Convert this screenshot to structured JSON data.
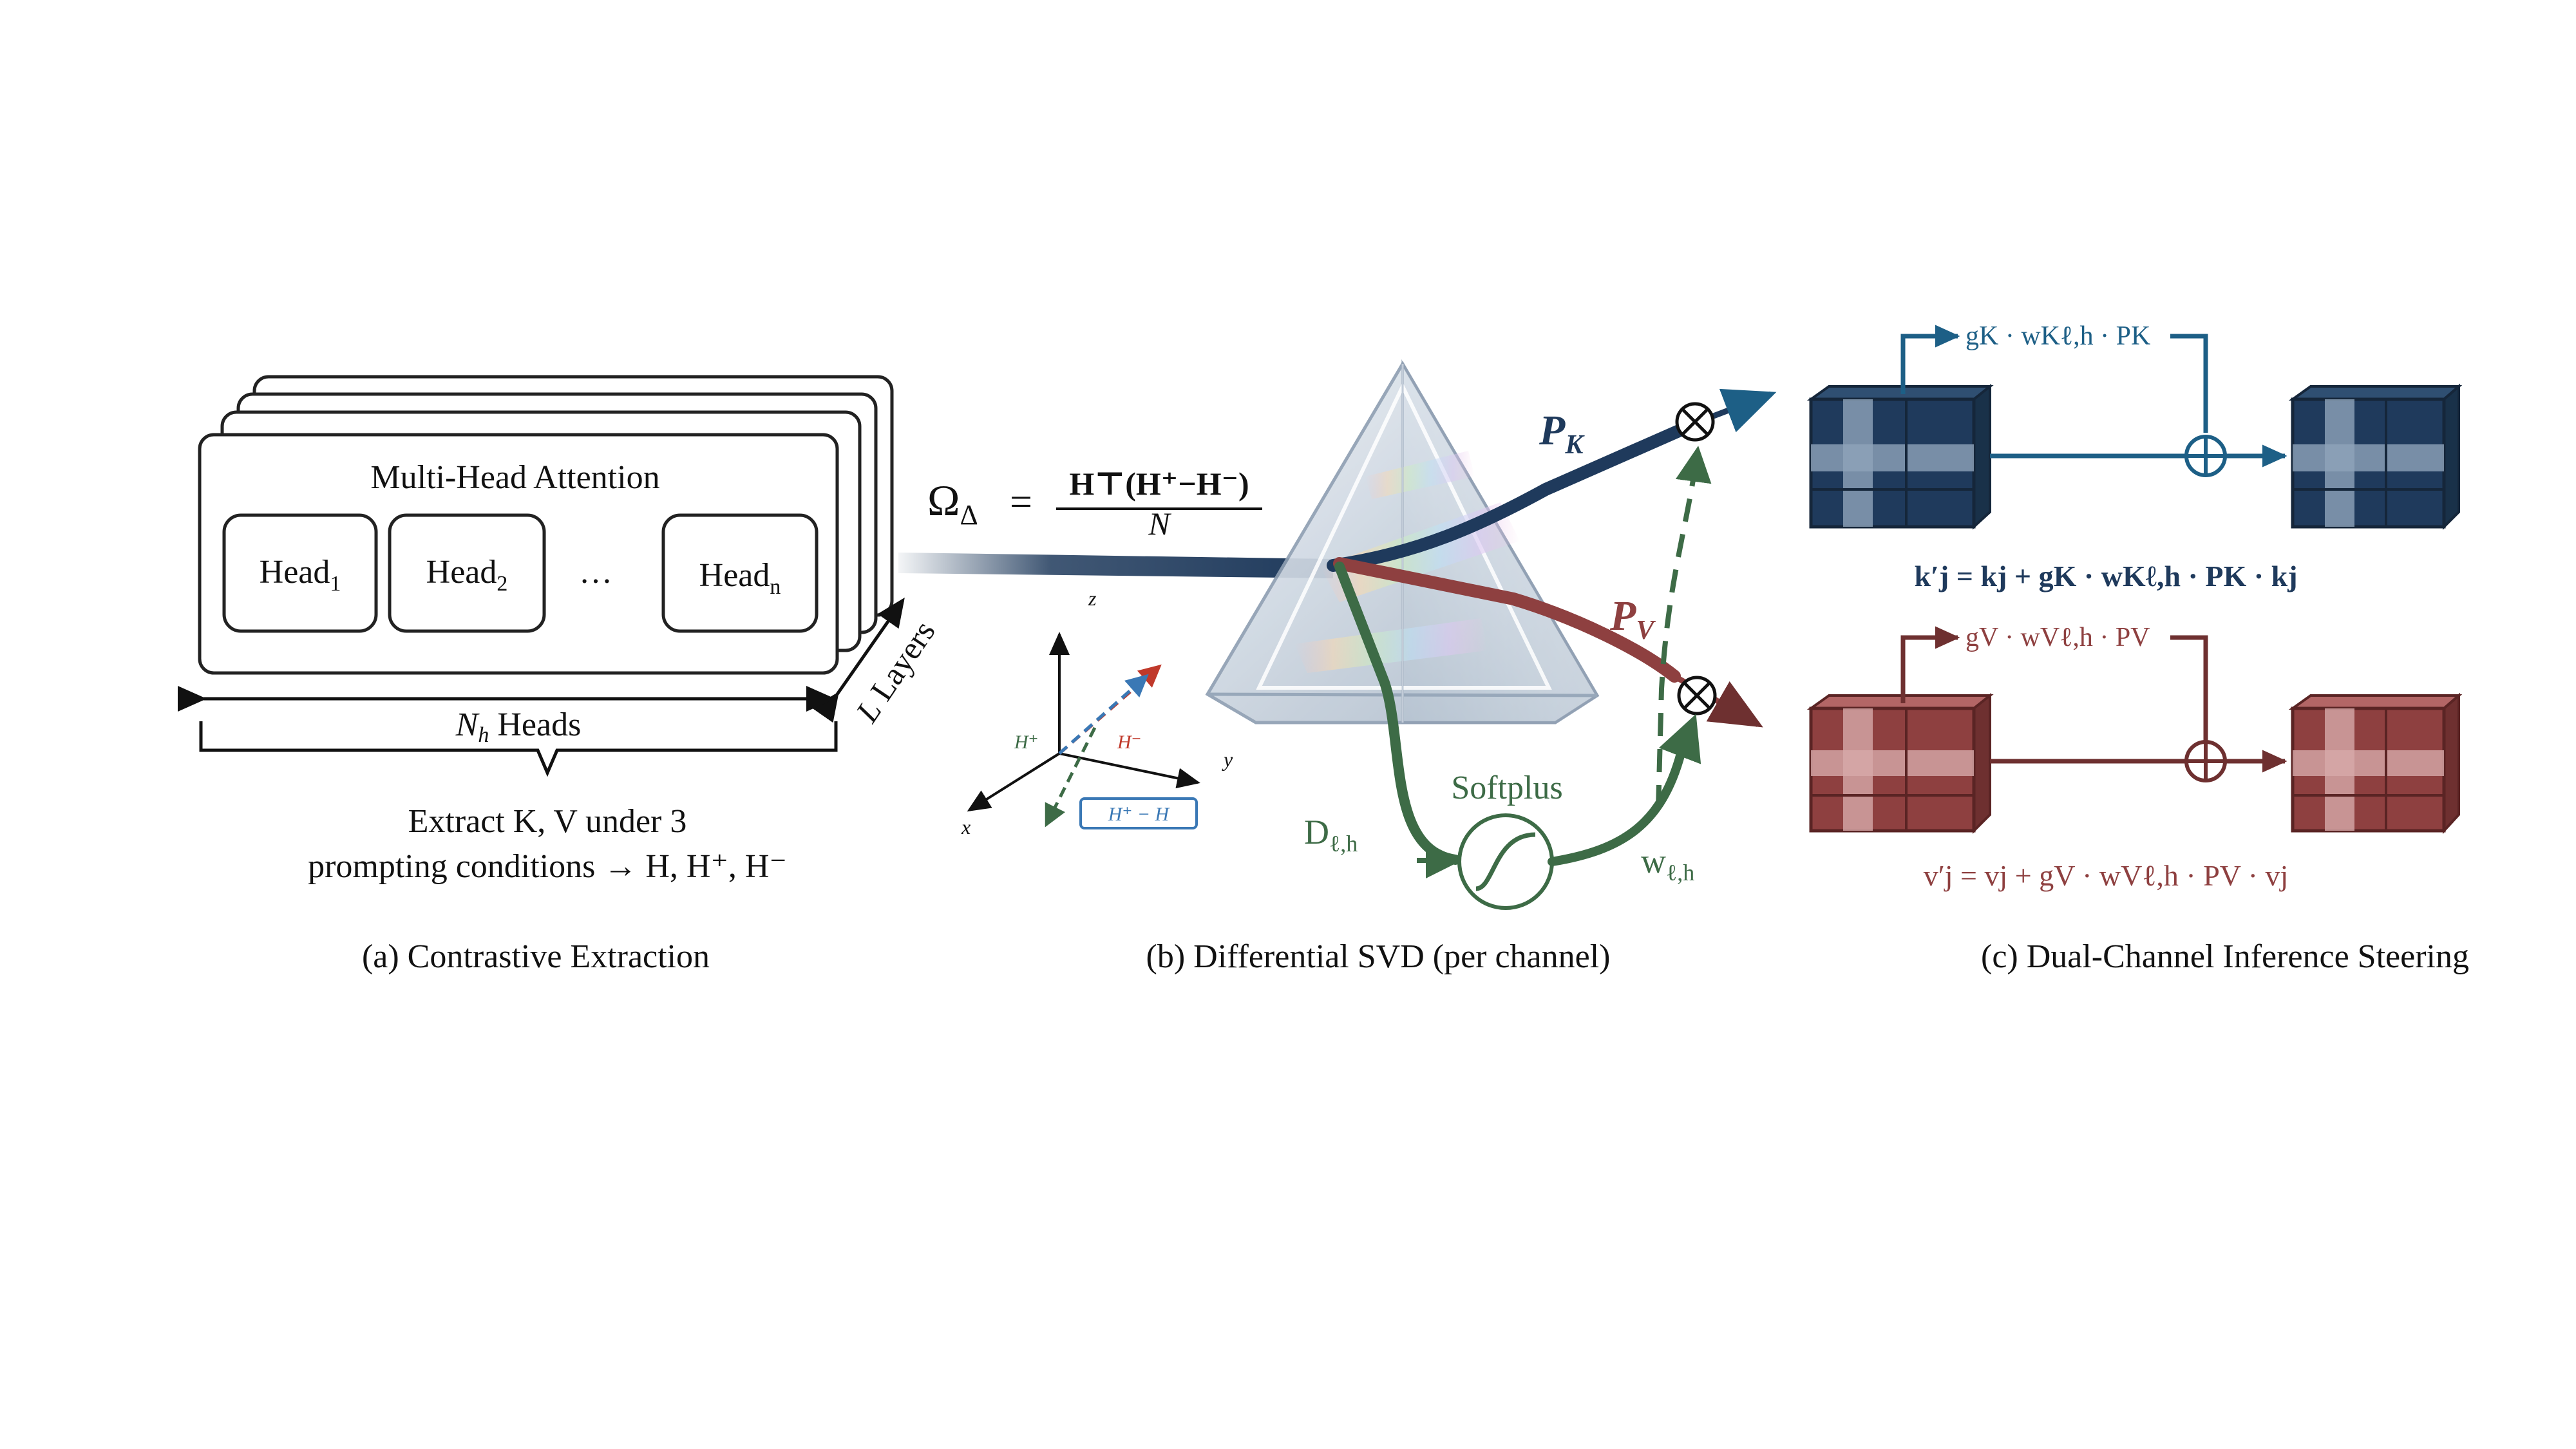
{
  "panel_a": {
    "mha_title": "Multi-Head Attention",
    "heads": [
      {
        "base": "Head",
        "sub": "1"
      },
      {
        "base": "Head",
        "sub": "2"
      },
      {
        "base": "Head",
        "sub": "n"
      }
    ],
    "ellipsis": "…",
    "nh_symbol": "N",
    "nh_sub": "h",
    "nh_label": "Heads",
    "layers_symbol": "L",
    "layers_label": "Layers",
    "extract_line1": "Extract K, V under 3",
    "extract_line2": "prompting conditions → H, H⁺, H⁻",
    "caption": "(a) Contrastive Extraction"
  },
  "panel_b": {
    "omega_symbol": "Ω",
    "omega_sub": "Δ",
    "equals": "=",
    "numerator": "H⊤(H⁺−H⁻)",
    "denominator": "N",
    "pk_symbol": "P",
    "pk_sub": "K",
    "pv_symbol": "P",
    "pv_sub": "V",
    "d_label": "D",
    "d_sub": "ℓ,h",
    "softplus_label": "Softplus",
    "w_label": "w",
    "w_sub": "ℓ,h",
    "axis_z": "z",
    "axis_y": "y",
    "axis_x": "x",
    "h_plus": "H⁺",
    "h_minus": "H⁻",
    "h_diff": "H⁺ − H",
    "caption": "(b) Differential SVD (per channel)"
  },
  "panel_c": {
    "k_gate": "gK · wKℓ,h · PK",
    "k_equation": "k′j = kj + gK · wKℓ,h · PK · kj",
    "v_gate": "gV · wVℓ,h · PV",
    "v_equation": "v′j = vj + gV · wVℓ,h · PV · vj",
    "caption": "(c) Dual-Channel Inference Steering"
  },
  "colors": {
    "k_blue": "#1f3a5c",
    "k_arrow": "#1d5f86",
    "v_red": "#8e4040",
    "v_arrow": "#6e3030",
    "green": "#3d6b46",
    "black": "#111111"
  },
  "icons": {
    "multiply": "circled-times-icon",
    "add": "circled-plus-icon",
    "sigmoid": "sigmoid-curve-icon"
  }
}
